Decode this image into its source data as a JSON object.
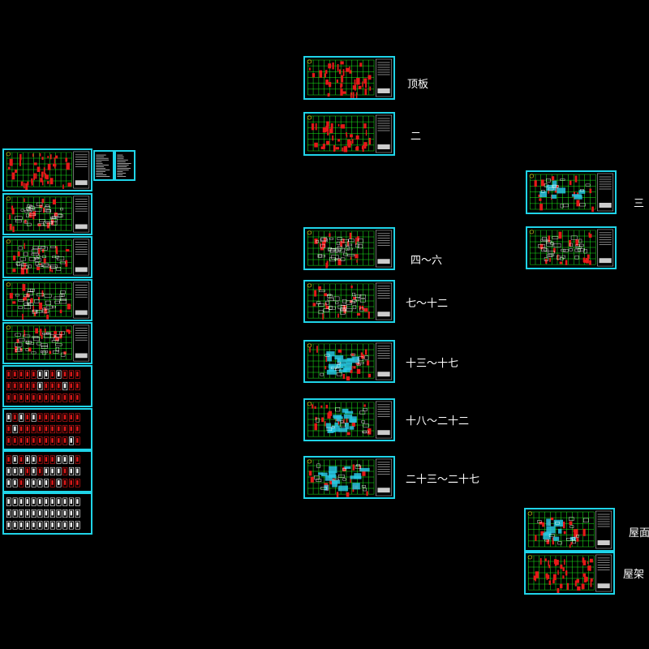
{
  "colors": {
    "background": "#000000",
    "frame": "#1fd4e8",
    "grid": "#19e619",
    "member": "#e61919",
    "slab": "#27c6e0",
    "detail": "#ffffff",
    "title_block": "#ffffff"
  },
  "labels": {
    "top_slab": "顶板",
    "floor_2": "二",
    "floor_3": "三",
    "floor_4_6": "四～六",
    "floor_7_12": "七～十二",
    "floor_13_17": "十三～十七",
    "floor_18_22": "十八～二十二",
    "floor_23_27": "二十三～二十七",
    "roof_surface": "屋面",
    "roof_frame": "屋架"
  }
}
